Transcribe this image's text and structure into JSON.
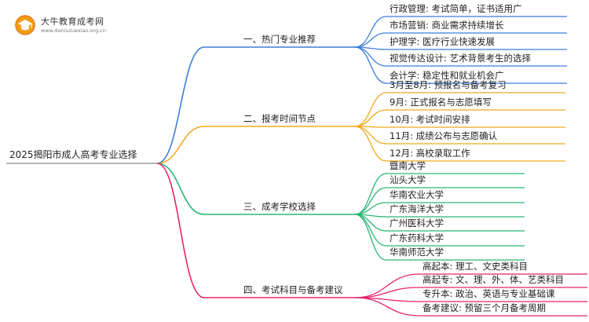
{
  "logo": {
    "title": "大牛教育成考网",
    "url": "www.daniuzuexiao.org.cn",
    "icon": "graduation-badge-icon"
  },
  "root": {
    "label": "2025揭阳市成人高考专业选择"
  },
  "branches": [
    {
      "label": "一、热门专业推荐",
      "color": "#3b7ddd",
      "leaves": [
        "行政管理: 考试简单，证书适用广",
        "市场营销: 商业需求持续增长",
        "护理学: 医疗行业快速发展",
        "视觉传达设计: 艺术背景考生的选择",
        "会计学: 稳定性和就业机会广"
      ]
    },
    {
      "label": "二、报考时间节点",
      "color": "#f2a81d",
      "leaves": [
        "3月至8月: 预报名与备考复习",
        "9月: 正式报名与志愿填写",
        "10月: 考试时间安排",
        "11月: 成绩公布与志愿确认",
        "12月: 高校录取工作"
      ]
    },
    {
      "label": "三、成考学校选择",
      "color": "#2bb673",
      "leaves": [
        "暨南大学",
        "汕头大学",
        "华南农业大学",
        "广东海洋大学",
        "广州医科大学",
        "广东药科大学",
        "华南师范大学"
      ]
    },
    {
      "label": "四、考试科目与备考建议",
      "color": "#e8236e",
      "leaves": [
        "高起本: 理工、文史类科目",
        "高起专: 文、理、外、体、艺类科目",
        "专升本: 政治、英语与专业基础课",
        "备考建议: 预留三个月备考周期"
      ]
    }
  ]
}
